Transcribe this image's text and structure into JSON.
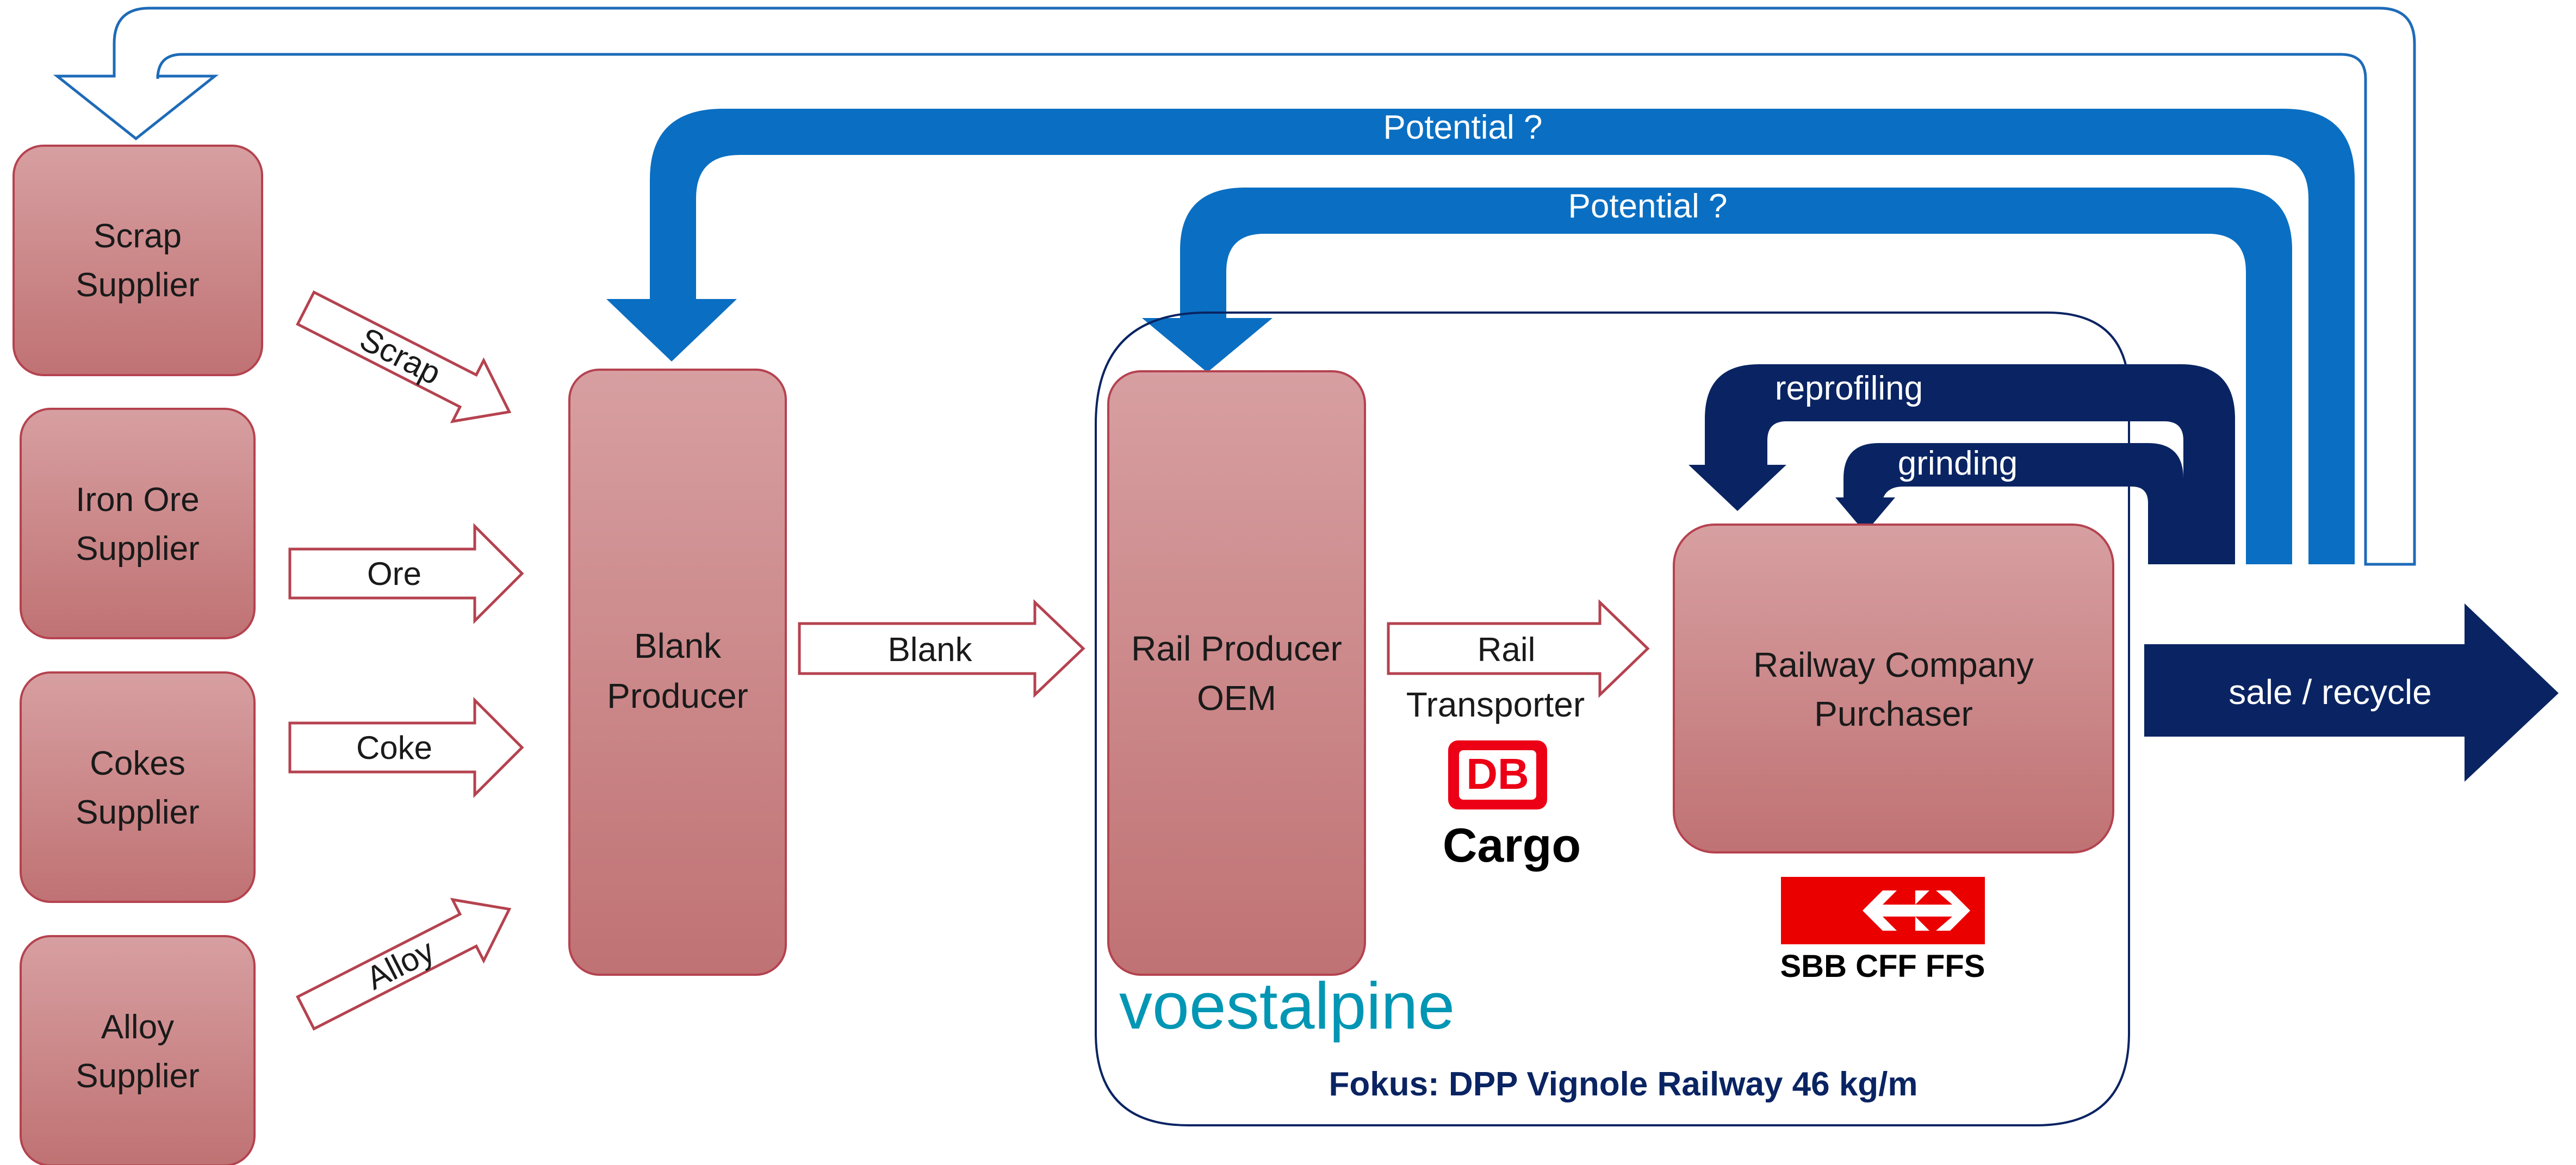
{
  "suppliers": [
    {
      "line1": "Scrap",
      "line2": "Supplier"
    },
    {
      "line1": "Iron Ore",
      "line2": "Supplier"
    },
    {
      "line1": "Cokes",
      "line2": "Supplier"
    },
    {
      "line1": "Alloy",
      "line2": "Supplier"
    }
  ],
  "inputs": {
    "scrap": "Scrap",
    "ore": "Ore",
    "coke": "Coke",
    "alloy": "Alloy"
  },
  "blank_producer": {
    "line1": "Blank",
    "line2": "Producer"
  },
  "blank_flow": "Blank",
  "rail_producer": {
    "line1": "Rail Producer",
    "line2": "OEM"
  },
  "rail_flow": "Rail",
  "transporter": "Transporter",
  "db_logo": {
    "mark": "DB",
    "name": "Cargo"
  },
  "railway_company": {
    "line1": "Railway Company",
    "line2": "Purchaser"
  },
  "sbb_logo": {
    "text": "SBB CFF FFS"
  },
  "voestalpine_logo": "voestalpine",
  "focus": "Fokus: DPP Vignole Railway 46 kg/m",
  "feedback": {
    "potential_1": "Potential ?",
    "potential_2": "Potential ?",
    "reprofiling": "reprofiling",
    "grinding": "grinding"
  },
  "output": "sale / recycle",
  "colors": {
    "box_top": "#d59c9e",
    "box_bottom": "#c17575",
    "box_border": "#b5424f",
    "blue": "#0a6fc2",
    "navy": "#0a2463",
    "db_red": "#ec0016",
    "sbb_red": "#eb0000",
    "voest_teal": "#0096b4",
    "focus_text": "#0a2463"
  }
}
